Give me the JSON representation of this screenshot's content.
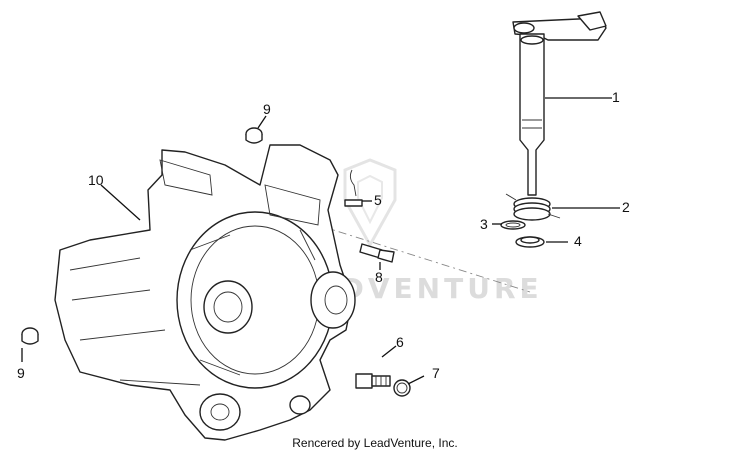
{
  "watermark": {
    "text": "LEADVENTURE"
  },
  "credit": "Rencered by LeadVenture, Inc.",
  "callouts": {
    "c1": "1",
    "c2": "2",
    "c3": "3",
    "c4": "4",
    "c5": "5",
    "c6": "6",
    "c7": "7",
    "c8": "8",
    "c9a": "9",
    "c9b": "9",
    "c10": "10"
  }
}
